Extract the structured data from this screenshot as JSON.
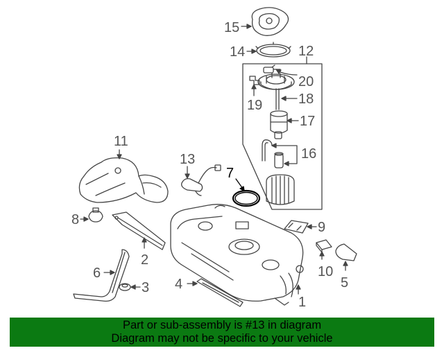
{
  "callouts": [
    {
      "id": "15",
      "label": "15"
    },
    {
      "id": "14",
      "label": "14"
    },
    {
      "id": "12",
      "label": "12"
    },
    {
      "id": "20",
      "label": "20"
    },
    {
      "id": "19",
      "label": "19"
    },
    {
      "id": "18",
      "label": "18"
    },
    {
      "id": "17",
      "label": "17"
    },
    {
      "id": "16",
      "label": "16"
    },
    {
      "id": "7",
      "label": "7"
    },
    {
      "id": "11",
      "label": "11"
    },
    {
      "id": "13",
      "label": "13"
    },
    {
      "id": "8",
      "label": "8"
    },
    {
      "id": "2",
      "label": "2"
    },
    {
      "id": "6",
      "label": "6"
    },
    {
      "id": "3",
      "label": "3"
    },
    {
      "id": "4",
      "label": "4"
    },
    {
      "id": "9",
      "label": "9"
    },
    {
      "id": "10",
      "label": "10"
    },
    {
      "id": "5",
      "label": "5"
    },
    {
      "id": "1",
      "label": "1"
    }
  ],
  "highlighted_part": "13",
  "footer": {
    "line1": "Part or sub-assembly is #13 in diagram",
    "line2": "Diagram may not be specific to your vehicle"
  },
  "colors": {
    "footer_bg": "#0b7a12",
    "line": "#444444",
    "label": "#555555",
    "highlight": "#000000"
  }
}
